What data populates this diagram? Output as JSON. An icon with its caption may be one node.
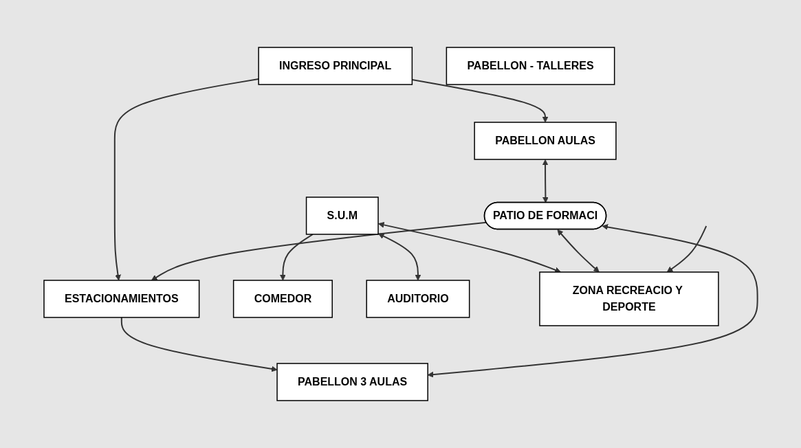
{
  "diagram": {
    "nodes": [
      {
        "text": [
          "INGRESO PRINCIPAL"
        ]
      },
      {
        "text": [
          "PABELLON - TALLERES"
        ]
      },
      {
        "text": [
          "ESTACIONAMIENTOS"
        ]
      },
      {
        "text": [
          "COMEDOR"
        ]
      },
      {
        "text": [
          "PABELLON AULAS"
        ]
      },
      {
        "text": [
          "PATIO DE FORMACI"
        ]
      },
      {
        "text": [
          "PABELLON 3 AULAS"
        ]
      },
      {
        "text": [
          "AUDITORIO"
        ]
      },
      {
        "text": [
          "S.U.M"
        ]
      },
      {
        "text": [
          "ZONA RECREACIO Y DEPORTE"
        ]
      }
    ],
    "edges": [
      {
        "from": 0,
        "to": 2,
        "arrow": "to"
      },
      {
        "from": 0,
        "to": 4,
        "arrow": "to"
      },
      {
        "from": 5,
        "to": 2,
        "arrow": "to"
      },
      {
        "from": 2,
        "to": 6,
        "arrow": "to"
      },
      {
        "from": 4,
        "to": 5,
        "arrow": "both"
      },
      {
        "from": 5,
        "to": 6,
        "arrow": "both"
      },
      {
        "from": 8,
        "to": 3,
        "arrow": "to"
      },
      {
        "from": 8,
        "to": 7,
        "arrow": "both"
      },
      {
        "from": 8,
        "to": 9,
        "arrow": "both"
      },
      {
        "from": 5,
        "to": 9,
        "arrow": "both"
      },
      {
        "from": null,
        "to": 9,
        "arrow": "to"
      }
    ]
  }
}
